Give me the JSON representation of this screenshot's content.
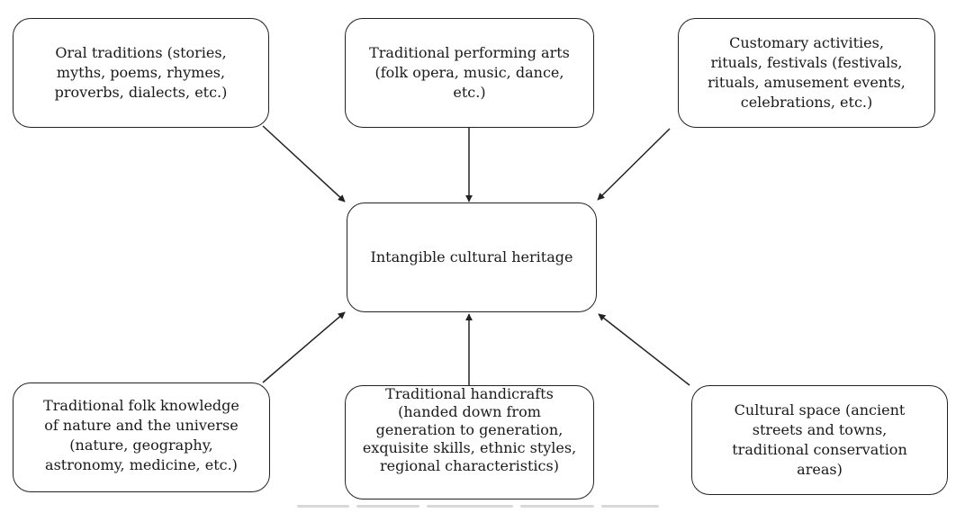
{
  "diagram": {
    "center": {
      "label": "Intangible cultural heritage"
    },
    "nodes": {
      "oral": {
        "lines": [
          "Oral traditions (stories,",
          "myths, poems, rhymes,",
          "proverbs, dialects, etc.)"
        ]
      },
      "perform": {
        "lines": [
          "Traditional performing arts",
          "(folk opera, music, dance,",
          "etc.)"
        ]
      },
      "custom": {
        "lines": [
          "Customary activities,",
          "rituals, festivals (festivals,",
          "rituals, amusement events,",
          "celebrations, etc.)"
        ]
      },
      "folk": {
        "lines": [
          "Traditional folk knowledge",
          "of nature and the universe",
          "(nature, geography,",
          "astronomy, medicine, etc.)"
        ]
      },
      "craft": {
        "lines": [
          "Traditional handicrafts",
          "(handed down from",
          "generation to generation,",
          "exquisite skills, ethnic styles,",
          "regional characteristics)"
        ]
      },
      "space": {
        "lines": [
          "Cultural space (ancient",
          "streets and towns,",
          "traditional conservation",
          "areas)"
        ]
      }
    },
    "edges": [
      {
        "from": "oral",
        "to": "center"
      },
      {
        "from": "perform",
        "to": "center"
      },
      {
        "from": "custom",
        "to": "center"
      },
      {
        "from": "folk",
        "to": "center"
      },
      {
        "from": "craft",
        "to": "center"
      },
      {
        "from": "space",
        "to": "center"
      }
    ],
    "colors": {
      "stroke": "#222222",
      "text": "#1a1a1a"
    }
  }
}
